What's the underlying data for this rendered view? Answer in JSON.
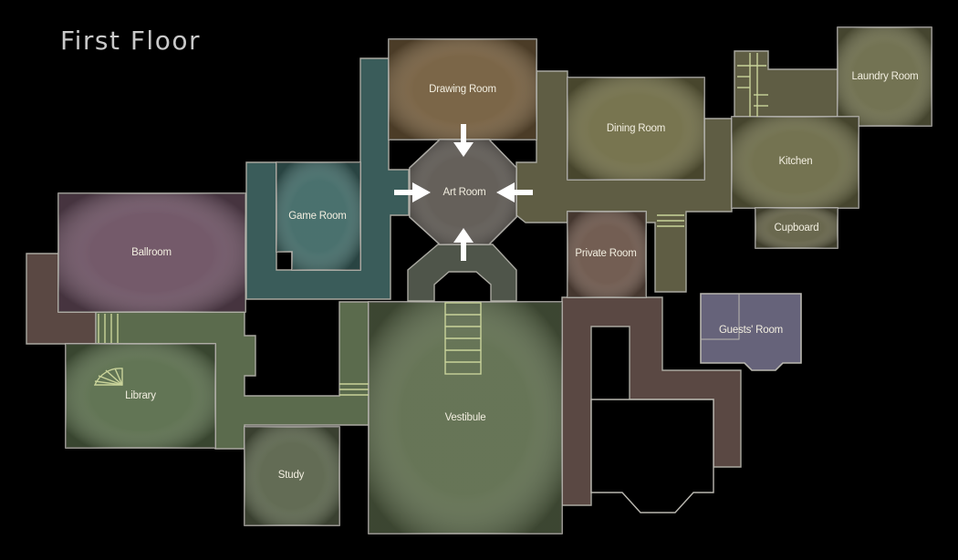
{
  "map": {
    "title": "First Floor",
    "rooms": {
      "drawing_room": "Drawing Room",
      "dining_room": "Dining Room",
      "laundry_room": "Laundry Room",
      "kitchen": "Kitchen",
      "cupboard": "Cupboard",
      "game_room": "Game Room",
      "art_room": "Art Room",
      "ballroom": "Ballroom",
      "private_room": "Private Room",
      "guests_room": "Guests' Room",
      "library": "Library",
      "vestibule": "Vestibule",
      "study": "Study"
    },
    "colors": {
      "background": "#000000",
      "drawing_room": "#735c3c",
      "dining_room": "#6f6c45",
      "laundry_room": "#6a6a48",
      "kitchen": "#6b6a46",
      "cupboard": "#615f44",
      "game_room": "#3f6865",
      "corridor_teal": "#3a5c5a",
      "art_room": "#5b5650",
      "ballroom": "#6b5061",
      "private_room": "#6a5448",
      "guests_room": "#66637a",
      "library": "#586c4a",
      "vestibule": "#5d6c4c",
      "study": "#59634a",
      "corridor_green": "#5b6b4d",
      "corridor_brown": "#5a4843",
      "corridor_olive": "#5f5d44",
      "arrow": "#ffffff",
      "stairs": "#c9d39a",
      "title": "#c9c9c9"
    },
    "icons": [
      "arrow-down-icon",
      "arrow-up-icon",
      "arrow-right-icon",
      "arrow-left-icon",
      "stairs-icon",
      "spiral-stair-icon"
    ]
  }
}
